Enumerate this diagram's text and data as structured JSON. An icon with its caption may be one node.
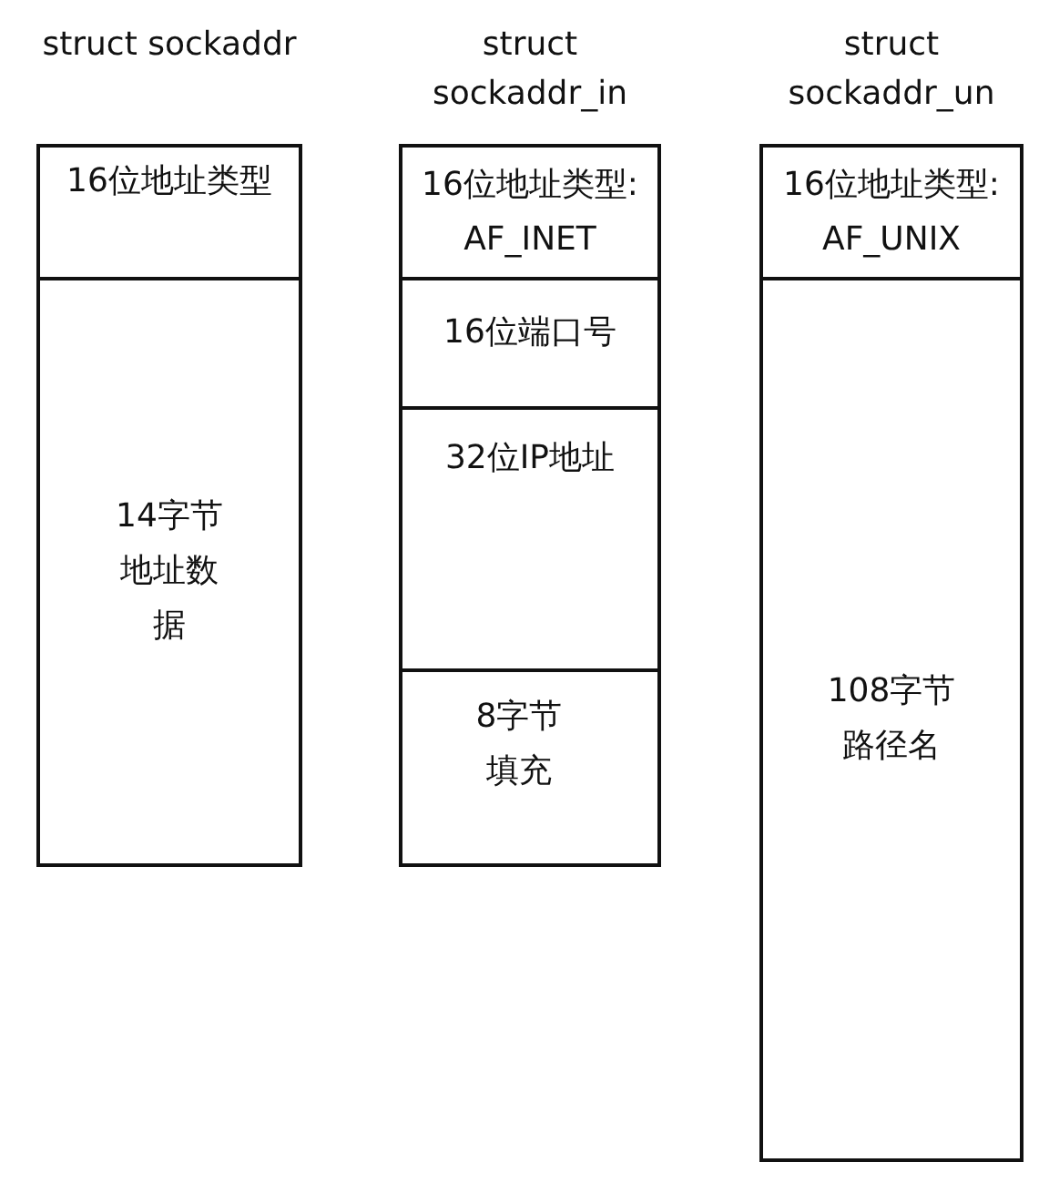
{
  "diagram": {
    "nodes": [
      {
        "text": [
          "struct sockaddr"
        ]
      },
      {
        "text": [
          "16位地址类型"
        ],
        "in": 0
      },
      {
        "text": [
          "14字节地址数据"
        ],
        "in": 0
      },
      {
        "text": [
          "struct sockaddr_in"
        ]
      },
      {
        "text": [
          "16位地址类型: AF_INET"
        ],
        "in": 3
      },
      {
        "text": [
          "16位端口号"
        ],
        "in": 3
      },
      {
        "text": [
          "32位IP地址"
        ],
        "in": 3
      },
      {
        "text": [
          "8字节填充"
        ],
        "in": 3
      },
      {
        "text": [
          "struct sockaddr_un"
        ]
      },
      {
        "text": [
          "16位地址类型: AF_UNIX"
        ],
        "in": 8
      },
      {
        "text": [
          "108字节路径名"
        ],
        "in": 8
      }
    ]
  }
}
